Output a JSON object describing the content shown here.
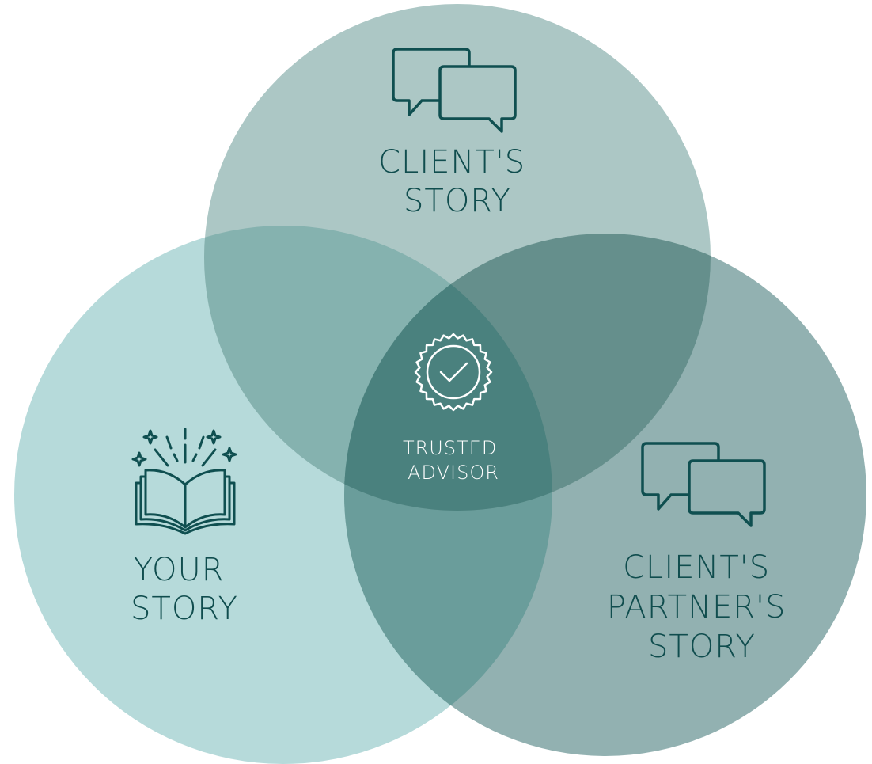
{
  "colors": {
    "your_story_fill": "#b6dada",
    "partner_story_fill": "#6e9a9a",
    "client_story_fill": "#a6c4c2",
    "overlap_pairs": "#82b2ae",
    "center": "#4a8380",
    "text_dark": "#104d4e",
    "text_light": "#ffffff",
    "icon_stroke": "#0f4f50"
  },
  "diagram": {
    "client_story": {
      "line1": "CLIENT'S",
      "line2": "STORY",
      "icon": "speech-bubbles-icon"
    },
    "your_story": {
      "line1": "YOUR",
      "line2": "STORY",
      "icon": "open-book-icon"
    },
    "partner_story": {
      "line1": "CLIENT'S",
      "line2": "PARTNER'S",
      "line3": "STORY",
      "icon": "speech-bubbles-icon"
    },
    "center": {
      "line1": "TRUSTED",
      "line2": "ADVISOR",
      "icon": "seal-check-icon"
    }
  }
}
